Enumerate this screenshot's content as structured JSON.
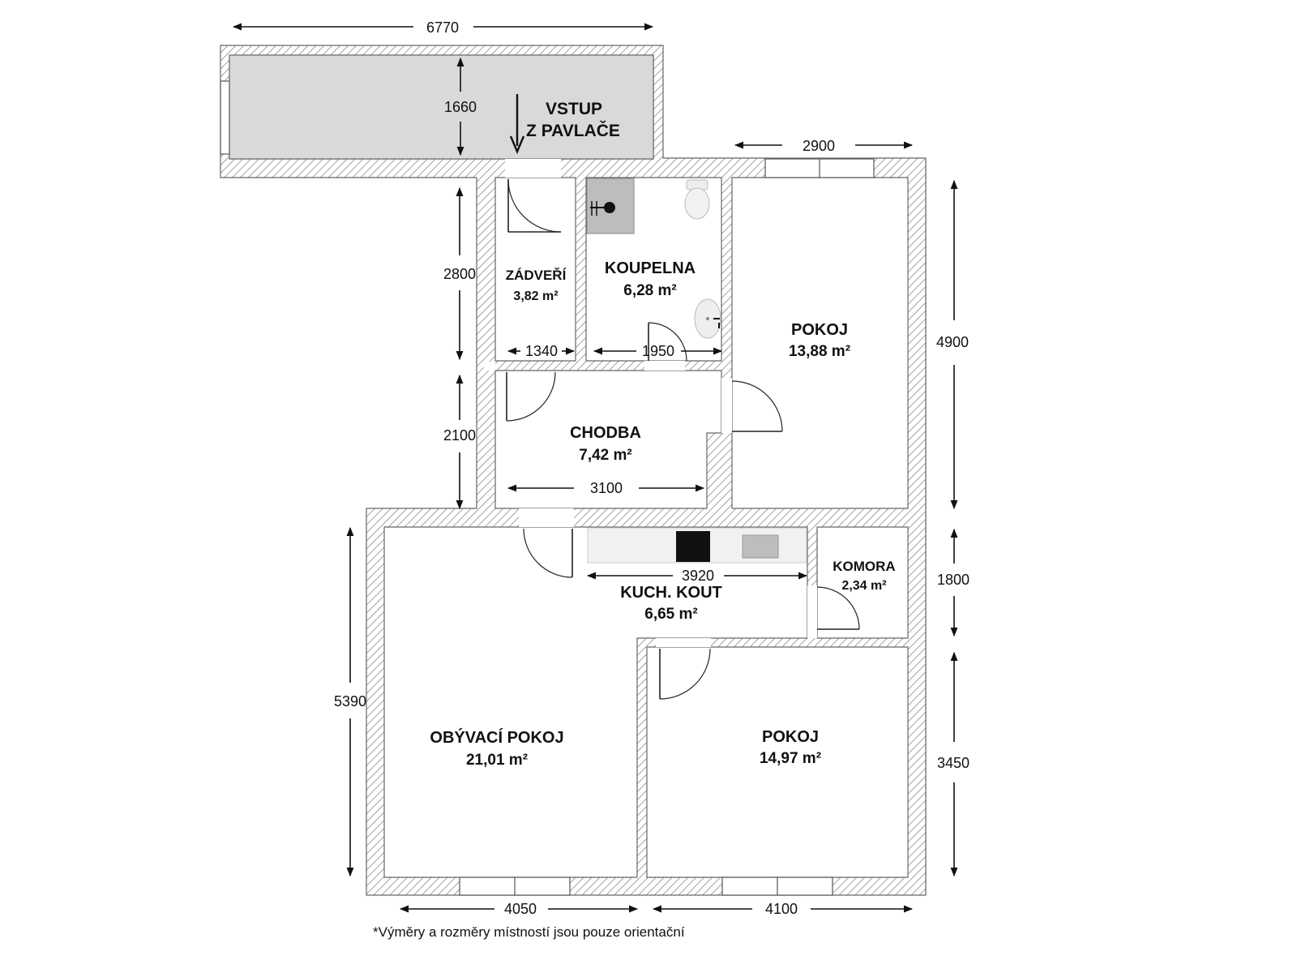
{
  "rooms": {
    "entry": {
      "label_line1": "VSTUP",
      "label_line2": "Z PAVLAČE"
    },
    "zadveri": {
      "label": "ZÁDVEŘÍ",
      "area": "3,82 m²"
    },
    "koupelna": {
      "label": "KOUPELNA",
      "area": "6,28 m²"
    },
    "pokoj_upper": {
      "label": "POKOJ",
      "area": "13,88 m²"
    },
    "chodba": {
      "label": "CHODBA",
      "area": "7,42 m²"
    },
    "kuch_kout": {
      "label": "KUCH. KOUT",
      "area": "6,65 m²"
    },
    "komora": {
      "label": "KOMORA",
      "area": "2,34 m²"
    },
    "obyvaci": {
      "label": "OBÝVACÍ POKOJ",
      "area": "21,01 m²"
    },
    "pokoj_lower": {
      "label": "POKOJ",
      "area": "14,97 m²"
    }
  },
  "dimensions": {
    "top_width": "6770",
    "balcony_depth": "1660",
    "right_upper_width": "2900",
    "zadveri_height": "2800",
    "zadveri_width": "1340",
    "koupelna_width": "1950",
    "pokoj_upper_height": "4900",
    "chodba_height": "2100",
    "chodba_width": "3100",
    "kitchen_width": "3920",
    "komora_height": "1800",
    "living_height": "5390",
    "pokoj_lower_height": "3450",
    "bottom_left_width": "4050",
    "bottom_right_width": "4100"
  },
  "note": "*Výměry a rozměry místností jsou pouze orientační",
  "colors": {
    "wall_hatch": "#999999",
    "balcony_fill": "#d9d9d9",
    "fixture_fill": "#c4c4c4",
    "text": "#111111"
  }
}
